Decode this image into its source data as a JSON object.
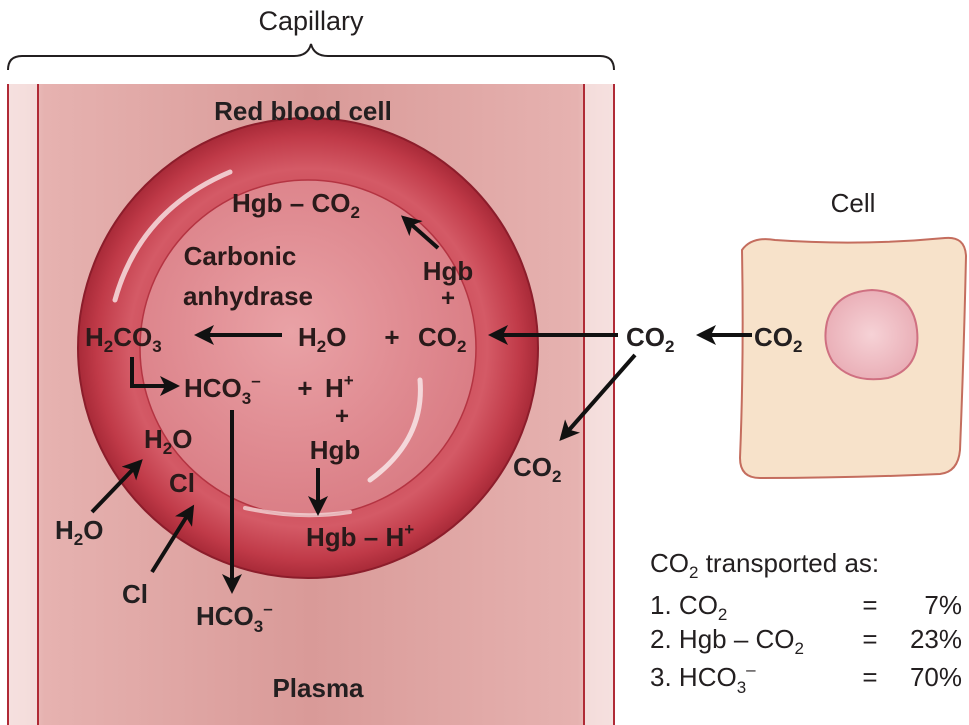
{
  "labels": {
    "capillary": "Capillary",
    "red_blood_cell": "Red blood cell",
    "plasma": "Plasma",
    "cell": "Cell",
    "carbonic_anhydrase": [
      "Carbonic",
      "anhydrase"
    ]
  },
  "species": {
    "hgb": "Hgb",
    "plus": "+",
    "minus": "–",
    "co2_base": "CO",
    "two": "2",
    "h2o_h": "H",
    "h2o_o": "O",
    "h2co3_h": "H",
    "h2co3_c": "CO",
    "three": "3",
    "hco3_base": "HCO",
    "charge_minus": "–",
    "charge_plus": "+",
    "proton": "H",
    "chloride": "Cl"
  },
  "transport_summary": {
    "heading_pre": "CO",
    "heading_sub": "2",
    "heading_post": " transported as:",
    "rows": [
      {
        "num": "1.",
        "pre": "CO",
        "sub": "2",
        "mid": "",
        "sup": "",
        "eq": "=",
        "pct": "7%"
      },
      {
        "num": "2.",
        "pre": "Hgb – CO",
        "sub": "2",
        "mid": "",
        "sup": "",
        "eq": "=",
        "pct": "23%"
      },
      {
        "num": "3.",
        "pre": "HCO",
        "sub": "3",
        "mid": "",
        "sup": "–",
        "eq": "=",
        "pct": "70%"
      }
    ]
  },
  "colors": {
    "capillary_wall": "#c0303c",
    "capillary_fill": "#e8b4b4",
    "rbc_outer": "#b9303e",
    "rbc_ring": "#cf4a58",
    "rbc_inner": "#e38a90",
    "cell_body": "#f7e3cc",
    "cell_border": "#c07060",
    "nucleus": "#f2c4c8",
    "nucleus_border": "#d07080"
  }
}
